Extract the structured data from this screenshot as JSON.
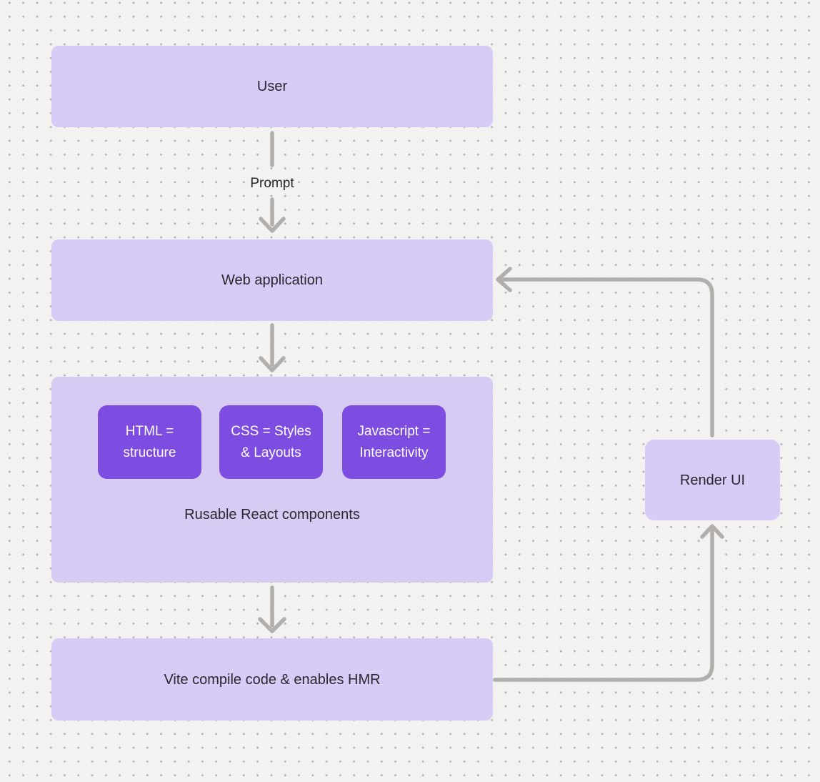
{
  "colors": {
    "background": "#f3f2f1",
    "dot": "#b4b1ae",
    "node_fill": "#d8cbf5",
    "container_fill": "#d7caf3",
    "inner_fill": "#7d4ce1",
    "inner_text": "#ffffff",
    "node_text": "#2a2730",
    "arrow": "#b1aeab"
  },
  "nodes": {
    "user": {
      "label": "User"
    },
    "web_application": {
      "label": "Web application"
    },
    "components": {
      "caption": "Rusable React components",
      "items": [
        {
          "lines": [
            "HTML =",
            "structure"
          ]
        },
        {
          "lines": [
            "CSS = Styles",
            "& Layouts"
          ]
        },
        {
          "lines": [
            "Javascript =",
            "Interactivity"
          ]
        }
      ]
    },
    "vite": {
      "label": "Vite compile code & enables HMR"
    },
    "render_ui": {
      "label": "Render UI"
    }
  },
  "edges": {
    "prompt_label": "Prompt"
  }
}
